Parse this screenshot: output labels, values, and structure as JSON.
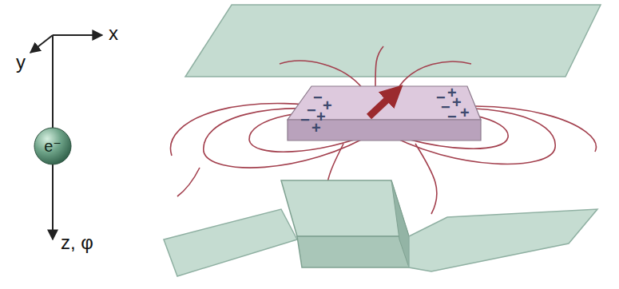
{
  "diagram": {
    "nodes": [
      {
        "text": [
          "e⁻"
        ]
      }
    ],
    "labels": [
      "y",
      "x",
      "z, φ",
      "−",
      "+",
      "−",
      "+",
      "−",
      "+",
      "−",
      "+",
      "−",
      "+",
      "−",
      "+"
    ]
  }
}
